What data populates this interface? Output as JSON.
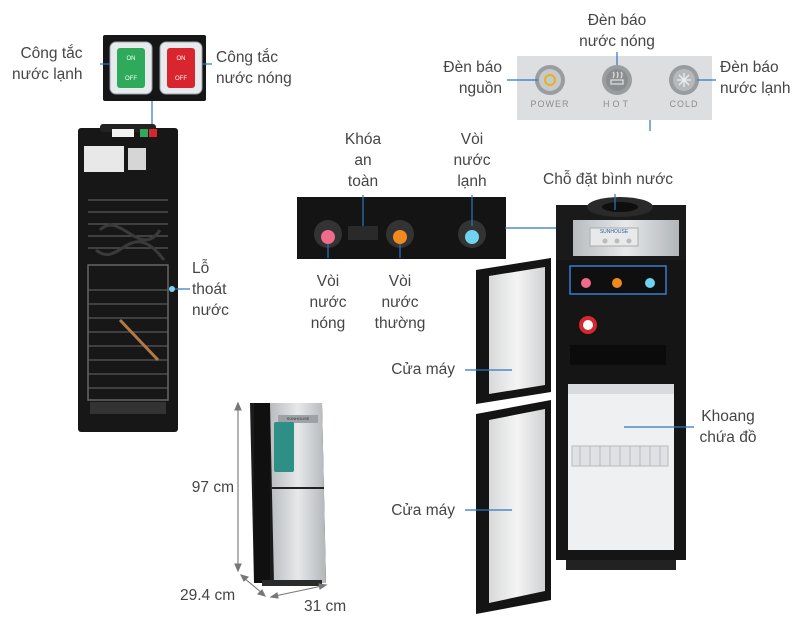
{
  "labels": {
    "cong_tac_lanh": [
      "Công tắc",
      "nước lạnh"
    ],
    "cong_tac_nong": [
      "Công tắc",
      "nước nóng"
    ],
    "den_bao_nong": [
      "Đèn báo",
      "nước nóng"
    ],
    "den_bao_nguon": [
      "Đèn báo",
      "nguồn"
    ],
    "den_bao_lanh": [
      "Đèn báo",
      "nước lạnh"
    ],
    "khoa_an_toan": [
      "Khóa",
      "an",
      "toàn"
    ],
    "voi_nuoc_lanh": [
      "Vòi",
      "nước",
      "lạnh"
    ],
    "cho_dat_binh": "Chỗ đặt bình nước",
    "lo_thoat_nuoc": [
      "Lỗ",
      "thoát",
      "nước"
    ],
    "voi_nuoc_nong": [
      "Vòi",
      "nước",
      "nóng"
    ],
    "voi_nuoc_thuong": [
      "Vòi",
      "nước",
      "thường"
    ],
    "cua_may_tren": "Cửa máy",
    "cua_may_duoi": "Cửa máy",
    "khoang_chua_do": [
      "Khoang",
      "chứa đồ"
    ]
  },
  "panel": {
    "power": "POWER",
    "hot": "HOT",
    "cold": "COLD"
  },
  "switches": {
    "on": "ON",
    "off": "OFF"
  },
  "brand": "SUNHOUSE",
  "dimensions": {
    "height": "97 cm",
    "depth": "29.4 cm",
    "width": "31 cm"
  },
  "colors": {
    "line": "#2b78c2",
    "body_black": "#141414",
    "panel_silver": "#c9cbcd",
    "hot_tap": "#f06a8a",
    "normal_tap": "#f08a1e",
    "cold_tap": "#6fd3f0"
  }
}
